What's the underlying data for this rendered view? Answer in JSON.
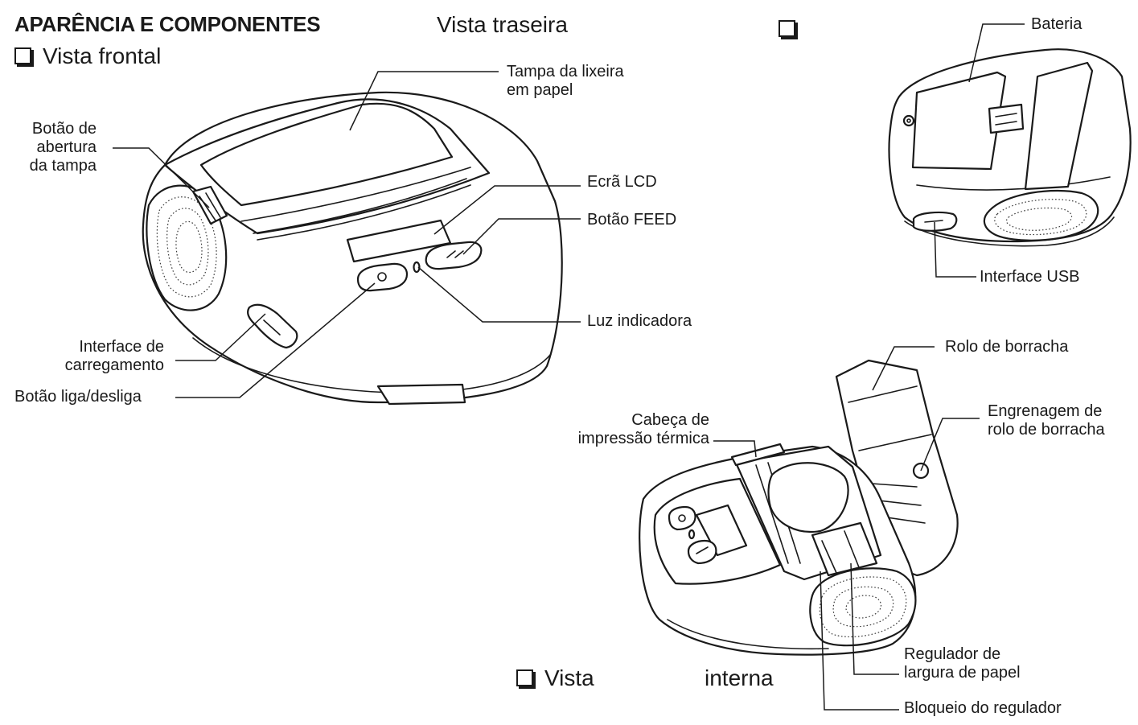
{
  "section_title": "APARÊNCIA E COMPONENTES",
  "views": {
    "front": "Vista frontal",
    "back": "Vista traseira",
    "inner_1": "Vista",
    "inner_2": "interna"
  },
  "labels": {
    "paper_bin_cover": [
      "Tampa da lixeira",
      "em papel"
    ],
    "cover_open_button": [
      "Botão de",
      "abertura",
      "da tampa"
    ],
    "lcd_screen": "Ecrã LCD",
    "feed_button": "Botão FEED",
    "indicator_light": "Luz indicadora",
    "charging_interface": [
      "Interface de",
      "carregamento"
    ],
    "power_button": "Botão liga/desliga",
    "battery": "Bateria",
    "usb_interface": "Interface USB",
    "rubber_roller": "Rolo de borracha",
    "rubber_roller_gear": [
      "Engrenagem de",
      "rolo de borracha"
    ],
    "thermal_print_head": [
      "Cabeça de",
      "impressão térmica"
    ],
    "paper_width_regulator": [
      "Regulador de",
      "largura de papel"
    ],
    "regulator_lock": "Bloqueio do regulador"
  }
}
